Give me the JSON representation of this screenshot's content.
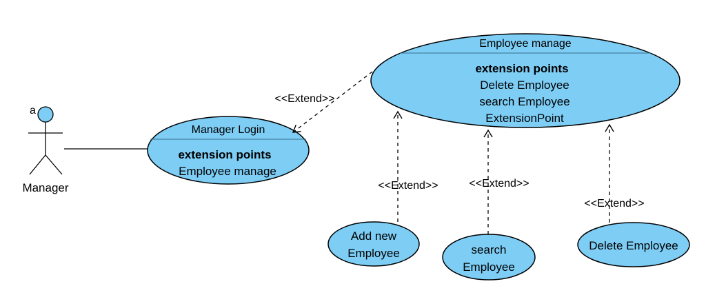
{
  "actor": {
    "name": "Manager",
    "icon_label": "a",
    "icon": "stick-figure-actor-icon"
  },
  "use_cases": {
    "manager_login": {
      "title": "Manager Login",
      "ext_header": "extension points",
      "points": [
        "Employee manage"
      ]
    },
    "employee_manage": {
      "title": "Employee manage",
      "ext_header": "extension points",
      "points": [
        "Delete Employee",
        "search Employee",
        "ExtensionPoint"
      ]
    },
    "add_new_employee": {
      "lines": [
        "Add new",
        "Employee"
      ]
    },
    "search_employee": {
      "lines": [
        "search",
        "Employee"
      ]
    },
    "delete_employee": {
      "lines": [
        "Delete Employee"
      ]
    }
  },
  "relations": {
    "extend_label": "<<Extend>>"
  },
  "colors": {
    "use_case_fill": "#7dcdf5",
    "stroke": "#000000"
  }
}
